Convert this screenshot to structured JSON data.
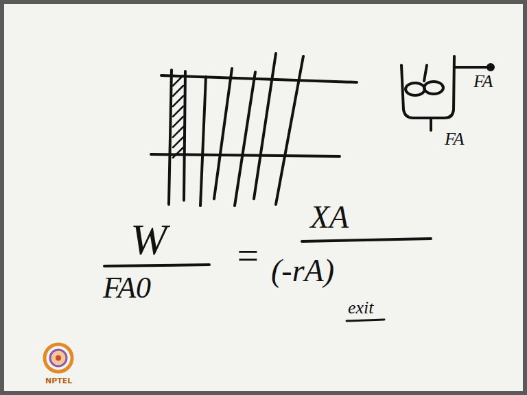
{
  "diagram": {
    "labels": [
      "FA",
      "FA",
      "W",
      "FA0",
      "=",
      "XA",
      "(-rA)",
      "exit",
      "NPTEL"
    ]
  }
}
